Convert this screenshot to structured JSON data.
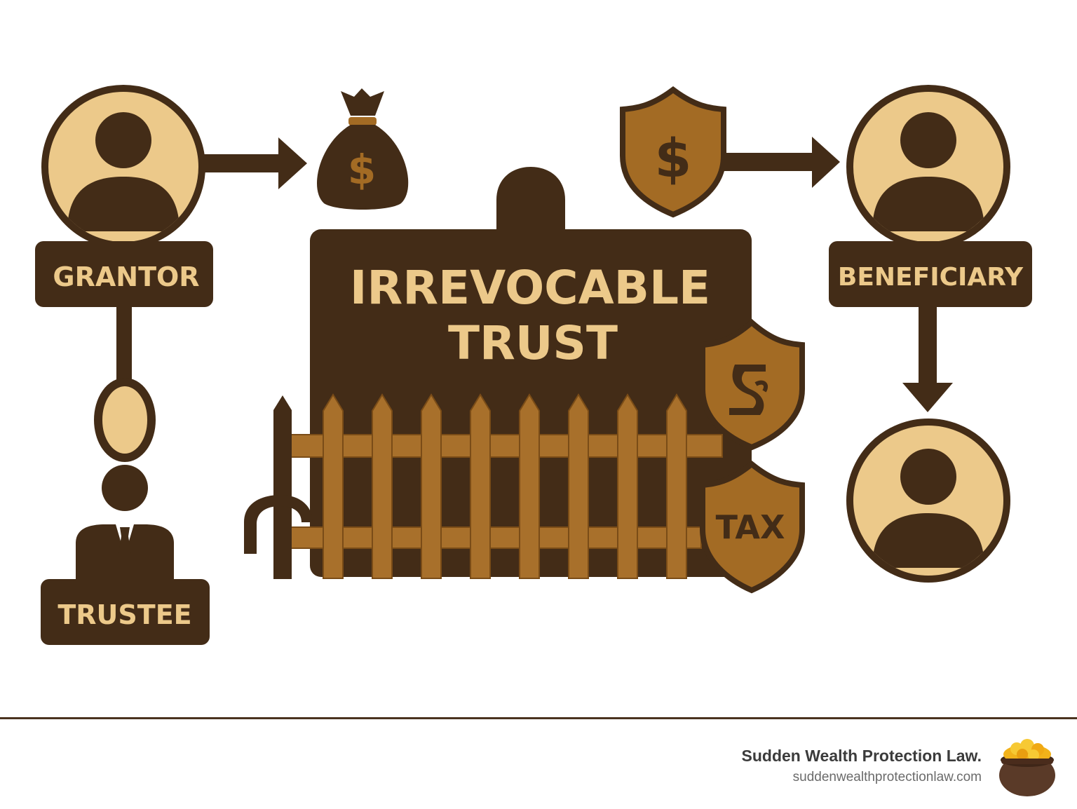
{
  "diagram": {
    "grantor_label": "GRANTOR",
    "trustee_label": "TRUSTEE",
    "beneficiary_label": "BENEFICIARY",
    "trust_line1": "IRREVOCABLE",
    "trust_line2": "TRUST",
    "tax_shield_text": "TAX",
    "dollar_symbol": "$",
    "icons": [
      "person-icon",
      "money-bag-icon",
      "shield-dollar-icon",
      "arrow-icon",
      "fence-icon",
      "tax-shield-icon",
      "trustee-icon"
    ]
  },
  "colors": {
    "dark_brown": "#432c17",
    "gold": "#ecc98a",
    "bronze": "#a36b24",
    "fence": "#a8702b"
  },
  "footer": {
    "brand_name": "Sudden Wealth Protection Law.",
    "brand_url": "suddenwealthprotectionlaw.com"
  }
}
